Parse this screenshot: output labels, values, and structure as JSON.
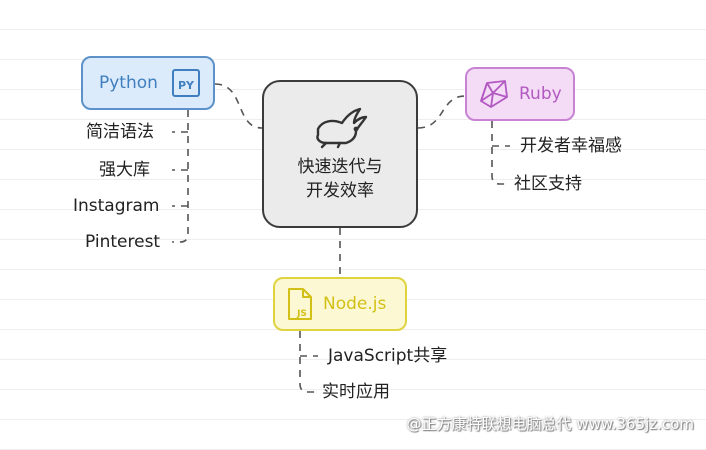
{
  "center": {
    "line1": "快速迭代与",
    "line2": "开发效率",
    "icon": "rabbit-icon"
  },
  "python": {
    "label": "Python",
    "icon": "python-file-icon",
    "icon_text": "PY",
    "color": "#5c92c9",
    "children": [
      "简洁语法",
      "强大库",
      "Instagram",
      "Pinterest"
    ]
  },
  "ruby": {
    "label": "Ruby",
    "icon": "ruby-gem-icon",
    "color": "#c883d4",
    "children": [
      "开发者幸福感",
      "社区支持"
    ]
  },
  "node": {
    "label": "Node.js",
    "icon": "js-file-icon",
    "icon_text": "JS",
    "color": "#e0d340",
    "children": [
      "JavaScript共享",
      "实时应用"
    ]
  },
  "watermark": {
    "text": "@正方康特联想电脑总代 www.365jz.com"
  }
}
